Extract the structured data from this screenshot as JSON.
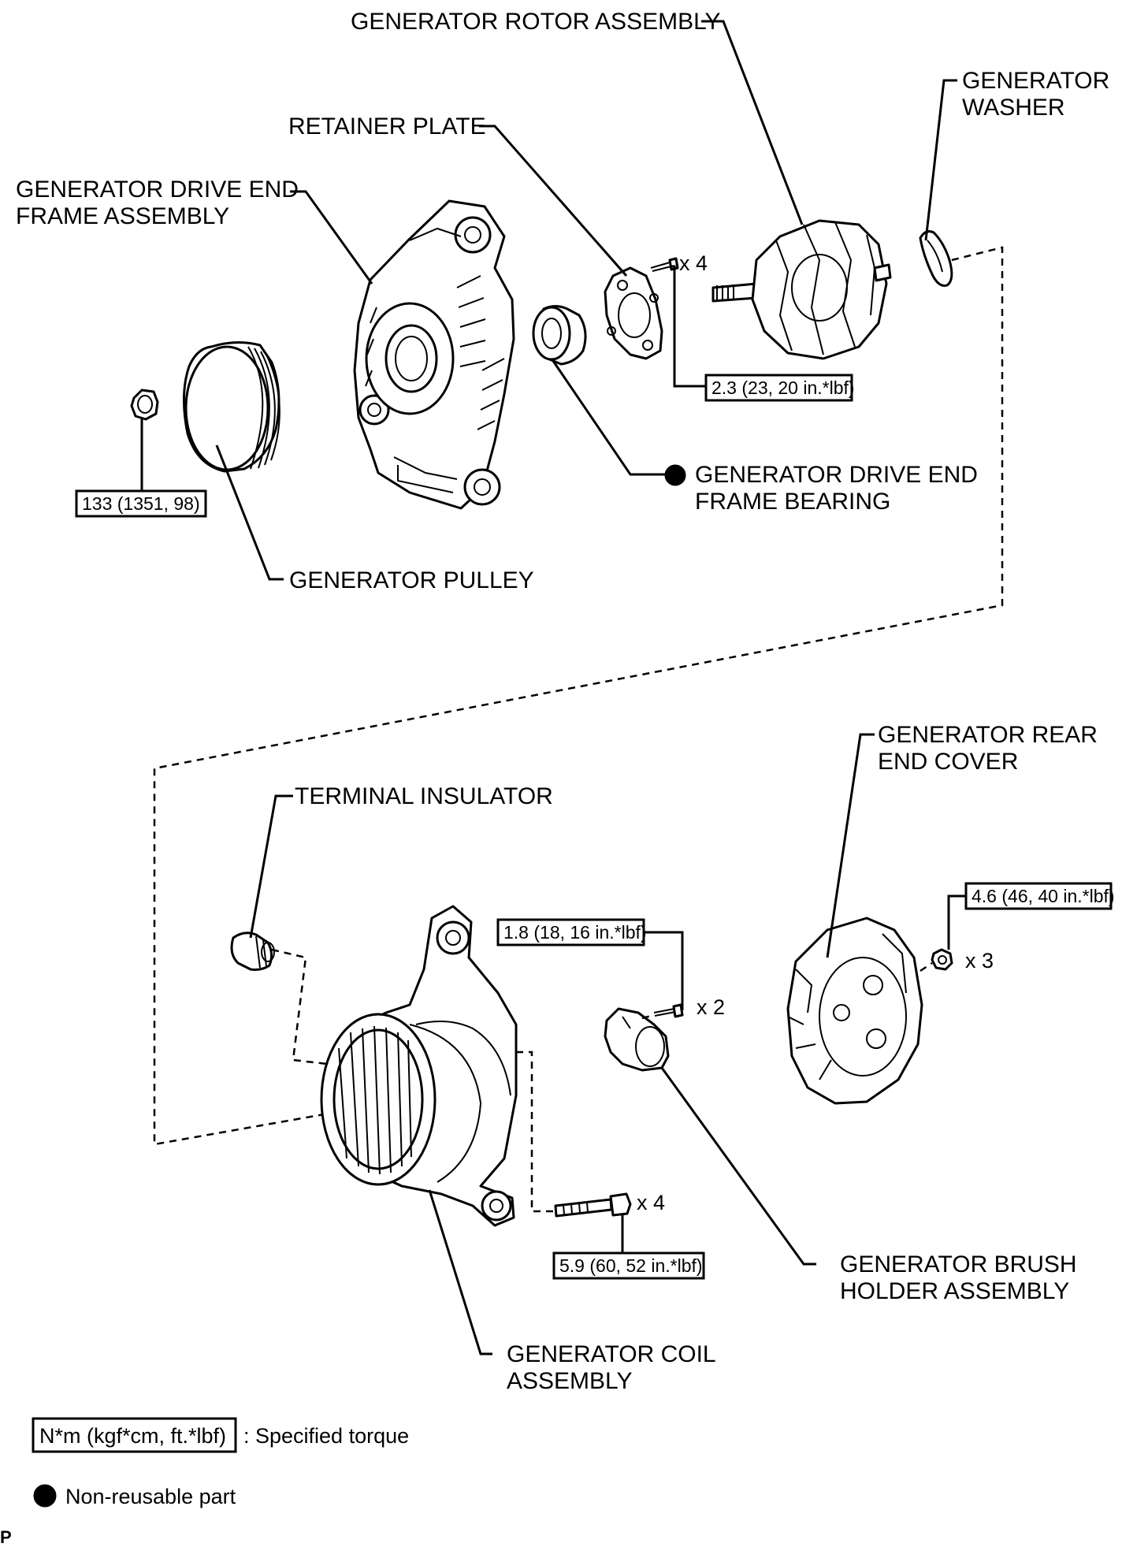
{
  "labels": {
    "rotor": "GENERATOR ROTOR ASSEMBLY",
    "washer_1": "GENERATOR",
    "washer_2": "WASHER",
    "retainer": "RETAINER PLATE",
    "drive_frame_1": "GENERATOR DRIVE END",
    "drive_frame_2": "FRAME ASSEMBLY",
    "bearing_1": "GENERATOR DRIVE END",
    "bearing_2": "FRAME BEARING",
    "pulley": "GENERATOR PULLEY",
    "rear_cover_1": "GENERATOR REAR",
    "rear_cover_2": "END COVER",
    "terminal": "TERMINAL INSULATOR",
    "brush_1": "GENERATOR BRUSH",
    "brush_2": "HOLDER ASSEMBLY",
    "coil_1": "GENERATOR COIL",
    "coil_2": "ASSEMBLY"
  },
  "torques": {
    "pulley_nut": "133 (1351, 98)",
    "retainer_screw": "2.3 (23, 20 in.*lbf)",
    "brush_screw": "1.8 (18, 16 in.*lbf)",
    "rear_nut": "4.6 (46, 40 in.*lbf)",
    "coil_bolt": "5.9 (60, 52 in.*lbf)"
  },
  "quantities": {
    "retainer_screw": "x 4",
    "brush_screw": "x 2",
    "rear_nut": "x 3",
    "coil_bolt": "x 4"
  },
  "legend": {
    "torque_unit": "N*m (kgf*cm, ft.*lbf)",
    "torque_desc": ": Specified torque",
    "non_reusable": "Non-reusable part"
  },
  "corner_mark": "P"
}
